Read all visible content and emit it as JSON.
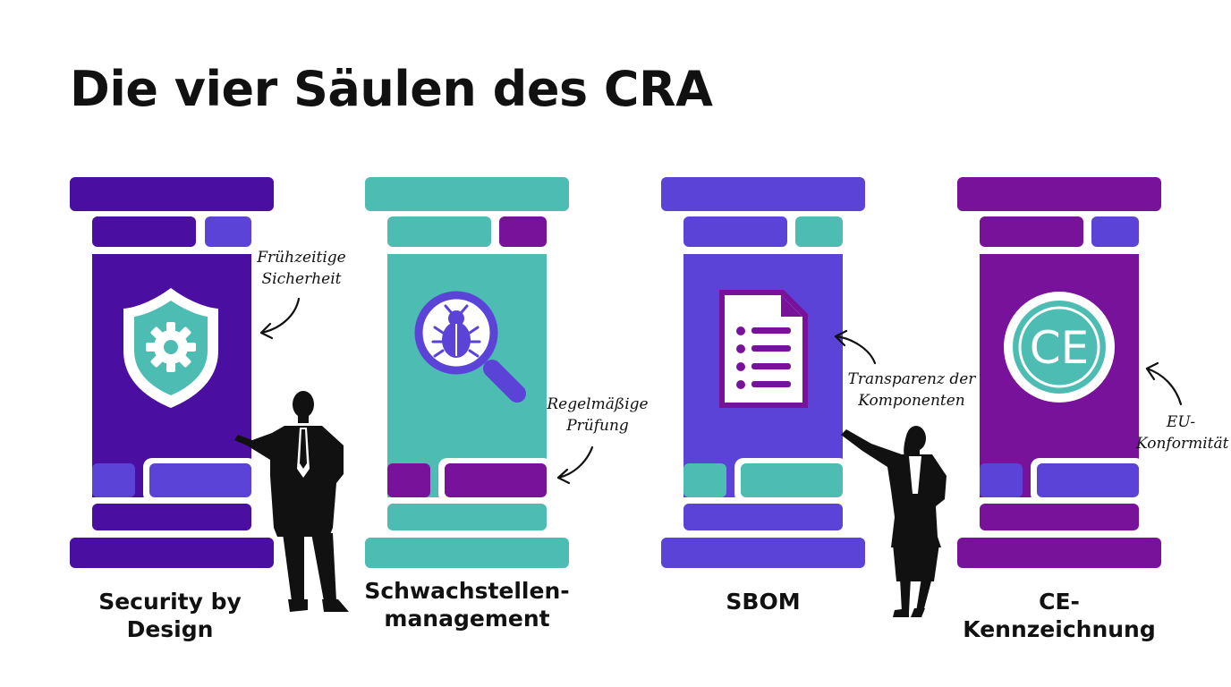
{
  "title": "Die vier Säulen des CRA",
  "colors": {
    "dark_purple": "#4a0ea0",
    "teal": "#4dbdb3",
    "blue_violet": "#5c43d8",
    "magenta": "#79129a",
    "white": "#ffffff",
    "black": "#111111"
  },
  "pillars": [
    {
      "label": "Security by Design",
      "icon": "shield-gear-icon",
      "note_lines": [
        "Frühzeitige",
        "Sicherheit"
      ]
    },
    {
      "label_lines": [
        "Schwachstellen-",
        "management"
      ],
      "icon": "bug-magnifier-icon",
      "note_lines": [
        "Regelmäßige",
        "Prüfung"
      ]
    },
    {
      "label": "SBOM",
      "icon": "document-list-icon",
      "note_lines": [
        "Transparenz der",
        "Komponenten"
      ]
    },
    {
      "label": "CE-Kennzeichnung",
      "icon": "ce-mark-icon",
      "note_lines": [
        "EU-",
        "Konformität"
      ],
      "ce_text": "CE"
    }
  ]
}
